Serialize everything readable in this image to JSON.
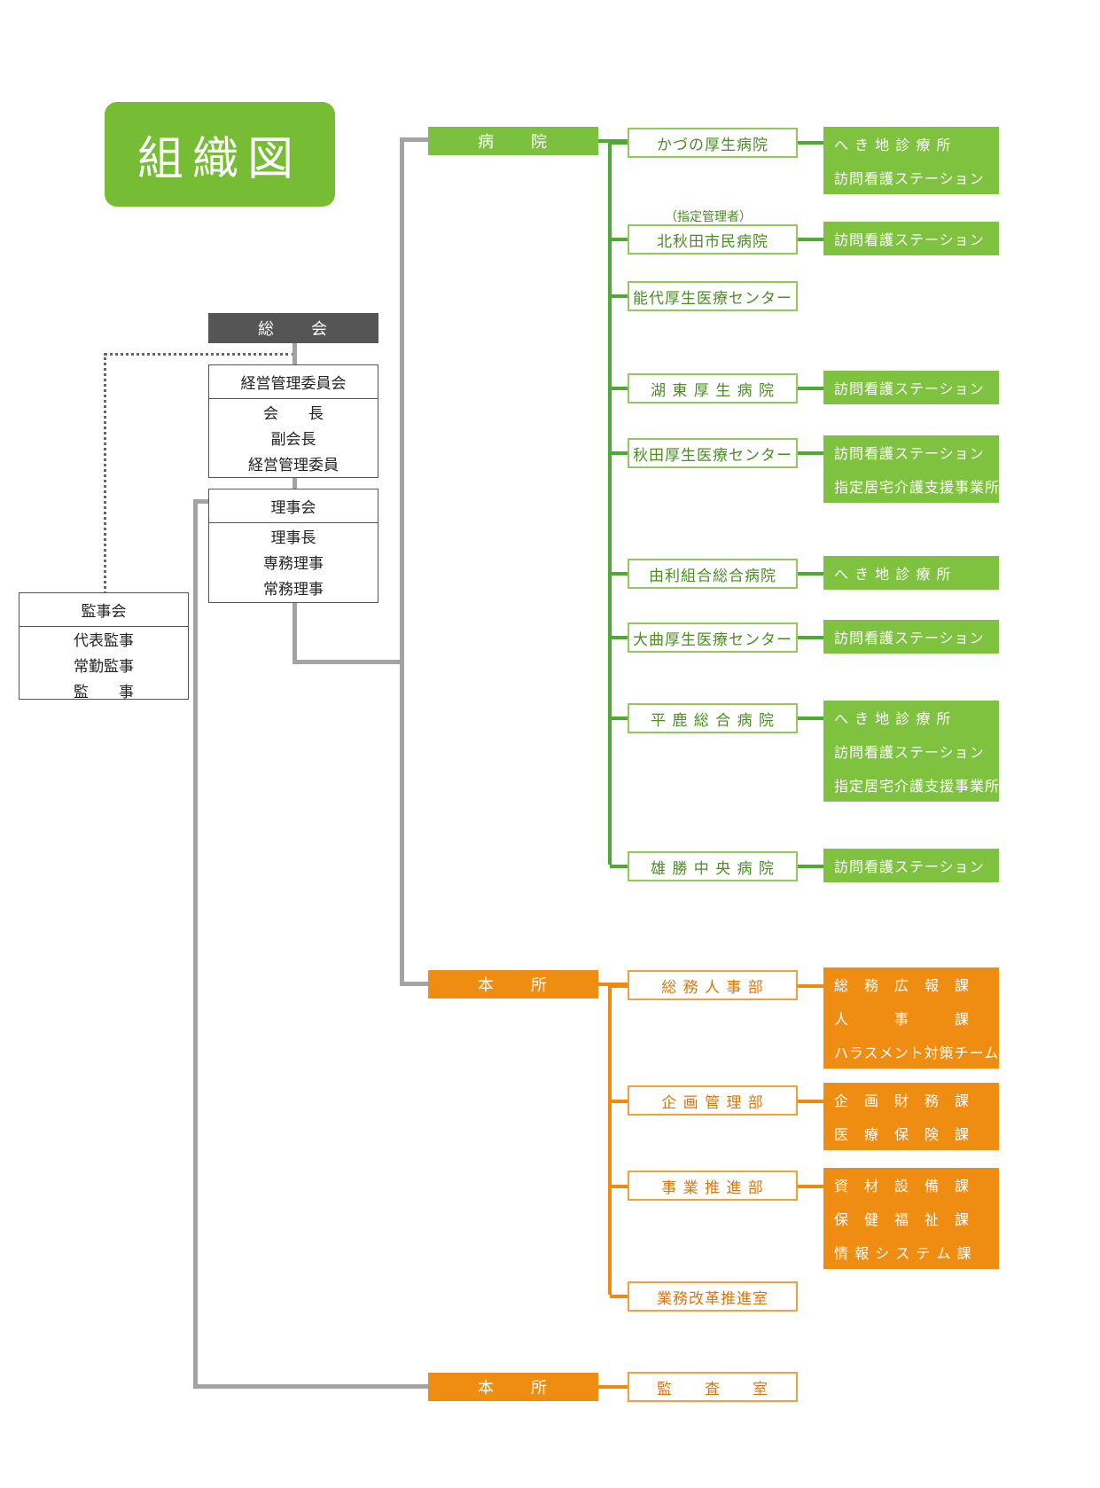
{
  "title": "組織図",
  "assembly": "総　　会",
  "management_committee": {
    "header": "経営管理委員会",
    "members": [
      "会　　長",
      "副会長",
      "経営管理委員"
    ]
  },
  "board": {
    "header": "理事会",
    "members": [
      "理事長",
      "専務理事",
      "常務理事"
    ]
  },
  "auditors": {
    "header": "監事会",
    "members": [
      "代表監事",
      "常勤監事",
      "監　　事"
    ]
  },
  "hospital_group": {
    "header": "病　　院",
    "hospitals": [
      {
        "name": "かづの厚生病院",
        "note": "",
        "units": [
          "へ き 地 診 療 所",
          "訪問看護ステーション"
        ]
      },
      {
        "name": "北秋田市民病院",
        "note": "（指定管理者）",
        "units": [
          "訪問看護ステーション"
        ]
      },
      {
        "name": "能代厚生医療センター",
        "note": "",
        "units": []
      },
      {
        "name": "湖 東 厚 生 病 院",
        "note": "",
        "units": [
          "訪問看護ステーション"
        ]
      },
      {
        "name": "秋田厚生医療センター",
        "note": "",
        "units": [
          "訪問看護ステーション",
          "指定居宅介護支援事業所"
        ]
      },
      {
        "name": "由利組合総合病院",
        "note": "",
        "units": [
          "へ き 地 診 療 所"
        ]
      },
      {
        "name": "大曲厚生医療センター",
        "note": "",
        "units": [
          "訪問看護ステーション"
        ]
      },
      {
        "name": "平 鹿 総 合 病 院",
        "note": "",
        "units": [
          "へ き 地 診 療 所",
          "訪問看護ステーション",
          "指定居宅介護支援事業所"
        ]
      },
      {
        "name": "雄 勝 中 央 病 院",
        "note": "",
        "units": [
          "訪問看護ステーション"
        ]
      }
    ]
  },
  "head_office": {
    "header": "本　　所",
    "departments": [
      {
        "name": "総 務 人 事 部",
        "units": [
          "総　務　広　報　課",
          "人　　　事　　　課",
          "ハラスメント対策チーム"
        ]
      },
      {
        "name": "企 画 管 理 部",
        "units": [
          "企　画　財　務　課",
          "医　療　保　険　課"
        ]
      },
      {
        "name": "事 業 推 進 部",
        "units": [
          "資　材　設　備　課",
          "保　健　福　祉　課",
          "情 報 シ ス テ ム 課"
        ]
      },
      {
        "name": "業務改革推進室",
        "units": []
      }
    ]
  },
  "audit_office": {
    "header": "本　　所",
    "department": "監　　査　　室"
  }
}
